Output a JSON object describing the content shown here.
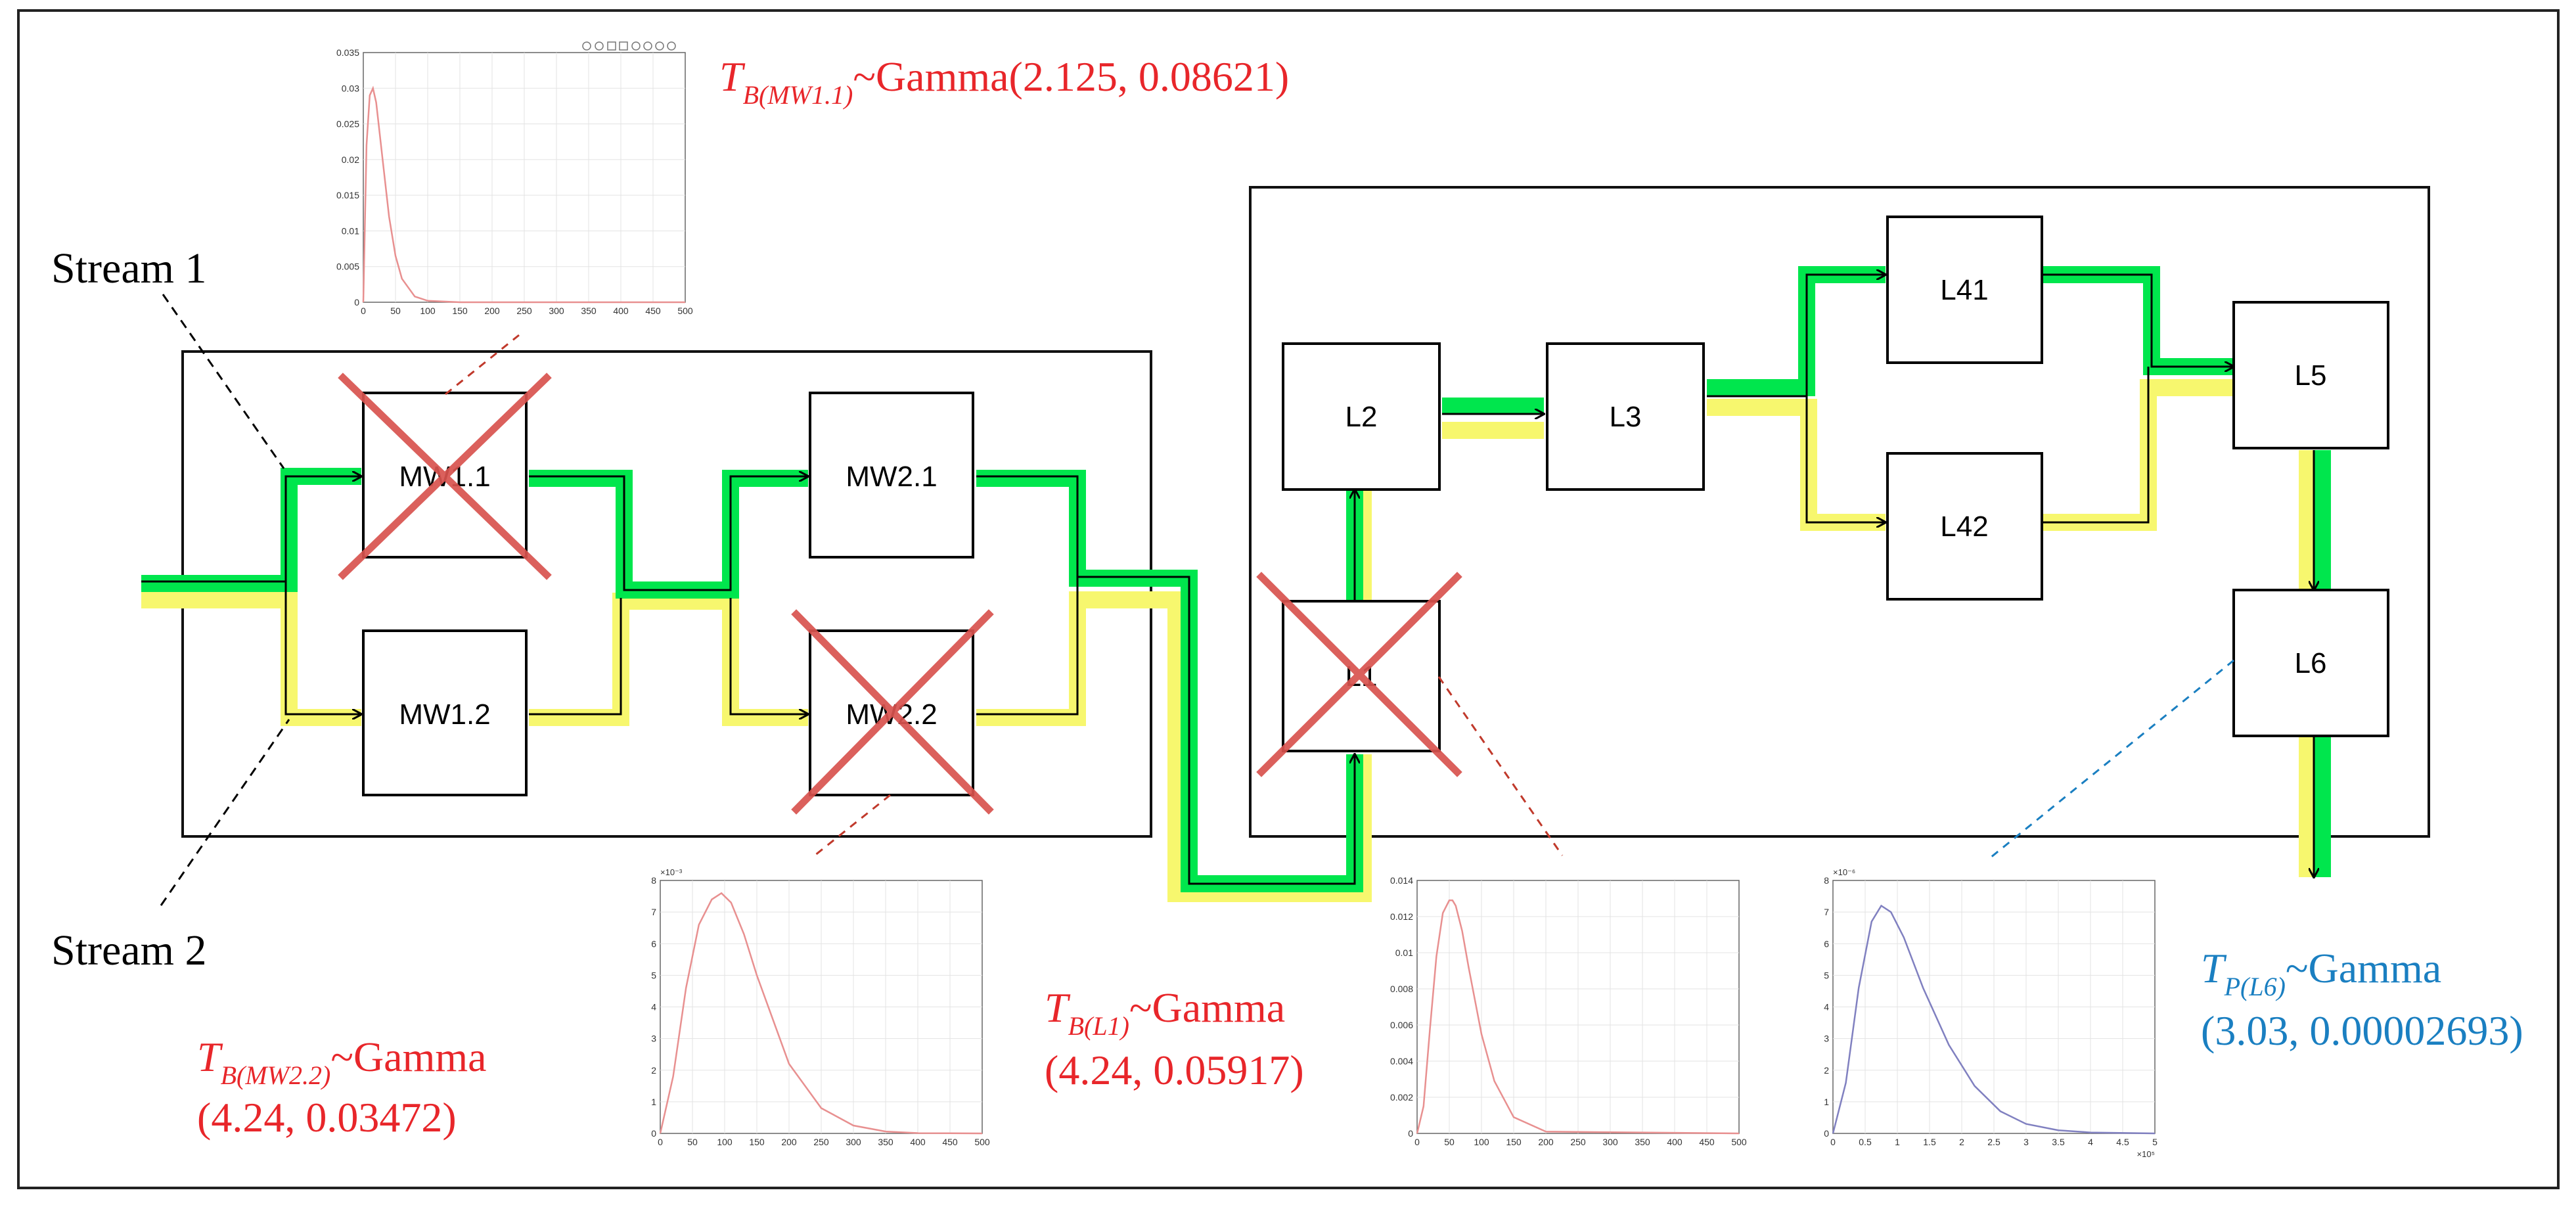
{
  "streams": {
    "stream1_label": "Stream 1",
    "stream2_label": "Stream 2"
  },
  "blocks": {
    "mw11": "MW1.1",
    "mw12": "MW1.2",
    "mw21": "MW2.1",
    "mw22": "MW2.2",
    "l1": "L1",
    "l2": "L2",
    "l3": "L3",
    "l41": "L41",
    "l42": "L42",
    "l5": "L5",
    "l6": "L6"
  },
  "failed_blocks": [
    "MW1.1",
    "MW2.2",
    "L1"
  ],
  "distributions": {
    "mw11": {
      "symbol": "T",
      "subscript": "B(MW1.1)",
      "text": "~Gamma(2.125, 0.08621)"
    },
    "mw22": {
      "symbol": "T",
      "subscript": "B(MW2.2)",
      "line1": "~Gamma",
      "line2": "(4.24, 0.03472)"
    },
    "l1": {
      "symbol": "T",
      "subscript": "B(L1)",
      "line1": "~Gamma",
      "line2": "(4.24, 0.05917)"
    },
    "l6": {
      "symbol": "T",
      "subscript": "P(L6)",
      "line1": "~Gamma",
      "line2": "(3.03, 0.00002693)"
    }
  },
  "colors": {
    "failure_red": "#e8262a",
    "stream1_green": "#00e64d",
    "stream2_yellow": "#f7f76e",
    "pdf_red_curve": "#e89090",
    "pdf_blue_curve": "#8080c0",
    "l6_blue": "#1a7fc1"
  },
  "chart_data": [
    {
      "type": "line",
      "name": "pdf-mw11",
      "xticks": [
        "0",
        "50",
        "100",
        "150",
        "200",
        "250",
        "300",
        "350",
        "400",
        "450",
        "500"
      ],
      "yticks": [
        "0",
        "0.005",
        "0.01",
        "0.015",
        "0.02",
        "0.025",
        "0.03",
        "0.035"
      ],
      "xlim": [
        0,
        500
      ],
      "ylim": [
        0,
        0.035
      ],
      "x": [
        0,
        5,
        10,
        15,
        20,
        25,
        30,
        40,
        50,
        60,
        80,
        100,
        150,
        500
      ],
      "y": [
        0,
        0.022,
        0.029,
        0.03,
        0.028,
        0.024,
        0.02,
        0.012,
        0.0065,
        0.0033,
        0.0008,
        0.0002,
        0,
        0
      ],
      "grid": true
    },
    {
      "type": "line",
      "name": "pdf-mw22",
      "exponent": "×10⁻³",
      "xticks": [
        "0",
        "50",
        "100",
        "150",
        "200",
        "250",
        "300",
        "350",
        "400",
        "450",
        "500"
      ],
      "yticks": [
        "0",
        "1",
        "2",
        "3",
        "4",
        "5",
        "6",
        "7",
        "8"
      ],
      "xlim": [
        0,
        500
      ],
      "ylim": [
        0,
        8
      ],
      "x": [
        0,
        20,
        40,
        60,
        80,
        95,
        110,
        130,
        150,
        200,
        250,
        300,
        350,
        400,
        500
      ],
      "y": [
        0,
        1.8,
        4.6,
        6.6,
        7.4,
        7.6,
        7.3,
        6.3,
        5.0,
        2.2,
        0.8,
        0.25,
        0.06,
        0.01,
        0
      ],
      "grid": true
    },
    {
      "type": "line",
      "name": "pdf-l1",
      "xticks": [
        "0",
        "50",
        "100",
        "150",
        "200",
        "250",
        "300",
        "350",
        "400",
        "450",
        "500"
      ],
      "yticks": [
        "0",
        "0.002",
        "0.004",
        "0.006",
        "0.008",
        "0.01",
        "0.012",
        "0.014"
      ],
      "xlim": [
        0,
        500
      ],
      "ylim": [
        0,
        0.014
      ],
      "x": [
        0,
        10,
        20,
        30,
        40,
        50,
        55,
        60,
        70,
        80,
        100,
        120,
        150,
        200,
        500
      ],
      "y": [
        0,
        0.0015,
        0.0058,
        0.0098,
        0.0122,
        0.0129,
        0.0129,
        0.0126,
        0.0112,
        0.0092,
        0.0055,
        0.0029,
        0.0009,
        0.0001,
        0
      ],
      "grid": true
    },
    {
      "type": "line",
      "name": "pdf-l6",
      "exponent": "×10⁻⁶",
      "x_exponent": "×10⁵",
      "xticks": [
        "0",
        "0.5",
        "1",
        "1.5",
        "2",
        "2.5",
        "3",
        "3.5",
        "4",
        "4.5",
        "5"
      ],
      "yticks": [
        "0",
        "1",
        "2",
        "3",
        "4",
        "5",
        "6",
        "7",
        "8"
      ],
      "xlim": [
        0,
        5
      ],
      "ylim": [
        0,
        8
      ],
      "x": [
        0,
        0.2,
        0.4,
        0.6,
        0.75,
        0.9,
        1.1,
        1.4,
        1.8,
        2.2,
        2.6,
        3.0,
        3.5,
        4.0,
        5.0
      ],
      "y": [
        0,
        1.6,
        4.6,
        6.7,
        7.2,
        7.0,
        6.2,
        4.6,
        2.8,
        1.5,
        0.7,
        0.3,
        0.1,
        0.03,
        0
      ],
      "grid": true
    }
  ]
}
